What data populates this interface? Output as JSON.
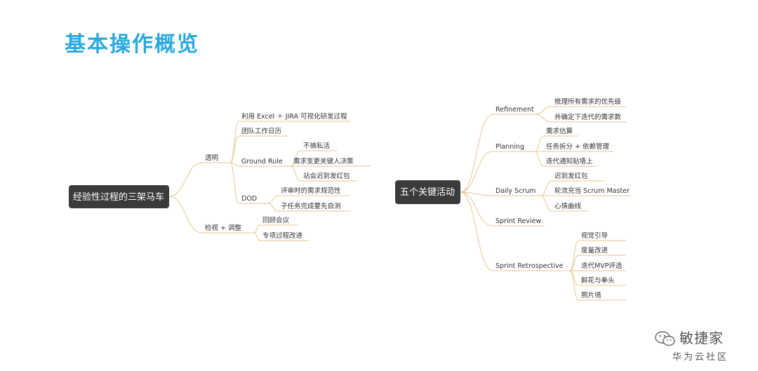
{
  "title": "基本操作概览",
  "left_map": {
    "root": "经验性过程的三架马车",
    "branches": [
      {
        "label": "透明",
        "children": [
          {
            "label": "利用 Excel ＋ JIRA 可视化研发过程"
          },
          {
            "label": "团队工作日历"
          },
          {
            "label": "Ground Rule",
            "children": [
              "不搞私活",
              "需求变更关键人决策",
              "站会迟到发红包"
            ]
          },
          {
            "label": "DOD",
            "children": [
              "评审时的需求规范性",
              "子任务完成要先自测"
            ]
          }
        ]
      },
      {
        "label": "检视 + 调整",
        "children": [
          {
            "label": "回顾会议"
          },
          {
            "label": "专项过程改进"
          }
        ]
      }
    ]
  },
  "right_map": {
    "root": "五个关键活动",
    "branches": [
      {
        "label": "Refinement",
        "children": [
          "梳理所有需求的优先级",
          "并确定下迭代的需求数"
        ]
      },
      {
        "label": "Planning",
        "children": [
          "需求估算",
          "任务拆分 + 依赖管理",
          "迭代通知贴墙上"
        ]
      },
      {
        "label": "Daily Scrum",
        "children": [
          "迟到发红包",
          "轮流充当 Scrum Master",
          "心情曲线"
        ]
      },
      {
        "label": "Sprint Review",
        "children": []
      },
      {
        "label": "Sprint Retrospective",
        "children": [
          "视觉引导",
          "度量改进",
          "迭代MVP评选",
          "鲜花与拳头",
          "照片墙"
        ]
      }
    ]
  },
  "watermark": {
    "brand": "敏捷家",
    "sub": "华为云社区"
  },
  "colors": {
    "title": "#29a9e1",
    "root_bg": "#3b3b3b",
    "edge": "#e3c98f"
  }
}
